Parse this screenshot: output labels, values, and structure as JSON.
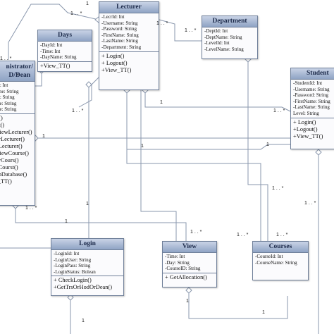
{
  "classes": {
    "lecturer": {
      "name": "Lecturer",
      "attributes": [
        "-LecrId: Int",
        "-Username: String",
        "-Password: String",
        "-FirstName: String",
        "-LastName: String",
        "-Department: String"
      ],
      "operations": [
        "+ Login()",
        "+ Logout()",
        "+View_TT()"
      ]
    },
    "department": {
      "name": "Department",
      "attributes": [
        "-DeptId: Int",
        "-DeptName: String",
        "-LevelId: Int",
        "-LevelName: String"
      ],
      "operations": []
    },
    "days": {
      "name": "Days",
      "attributes": [
        "-DayId: Int",
        "-Time: Int",
        "-DayName: String"
      ],
      "operations": [
        "+View_TT()"
      ]
    },
    "administrator": {
      "name_line1": "nistrator/",
      "name_line2": "D/Dean",
      "attributes": [
        "Id: Int",
        "ame: String",
        "rd: String",
        "me: String",
        "me: String"
      ],
      "operations": [
        "n()",
        "ut()",
        "ViewLecturer()",
        "fyLecturer()",
        "eLecturer()",
        "ViewCourse()",
        "fyCours()",
        "eCourst()",
        "apDatabase()",
        "r_TT()"
      ]
    },
    "student": {
      "name": "Student",
      "attributes": [
        "-StudentId: Int",
        "-Username: String",
        "-Password: String",
        "-FirstName: String",
        "-LastName: String",
        "Level: String"
      ],
      "operations": [
        "+ Login()",
        "+Logout()",
        "+View_TT()"
      ]
    },
    "login": {
      "name": "Login",
      "attributes": [
        "-LoginId: Int",
        "-LoginUser: String",
        "-LoginPass: String",
        "-LoginStatus: Bolean"
      ],
      "operations": [
        "+ CheckLogin()",
        "+GetTrsOrHodOrDean()"
      ]
    },
    "view": {
      "name": "View",
      "attributes": [
        "-Time: Int",
        "-Day: String",
        "-CourseID: String"
      ],
      "operations": [
        "+ GetAllocation()"
      ]
    },
    "courses": {
      "name": "Courses",
      "attributes": [
        "-CourseId: Int",
        "-CourseName: String"
      ],
      "operations": []
    }
  },
  "multiplicities": {
    "m1": "1 . . *",
    "m2": "1 . . *",
    "m3": "1",
    "m4": "1 . . *",
    "m5": "1 . . *",
    "m6": "1",
    "m7": "1 . . *",
    "m8": "1 . . *",
    "m9": "1",
    "m10": "1",
    "m11": "1",
    "m12": "1 . . *",
    "m13": "1",
    "m14": "1 . . *",
    "m15": "1",
    "m16": "1 . . *",
    "m17": "1 . . *",
    "m18": "1 . . *",
    "m19": "1",
    "m20": "1",
    "m21": "*"
  },
  "colors": {
    "header_gradient_top": "#c9d3e6",
    "header_gradient_bottom": "#8fa3c4",
    "border": "#6f7f99",
    "connector": "#8a97ad"
  }
}
